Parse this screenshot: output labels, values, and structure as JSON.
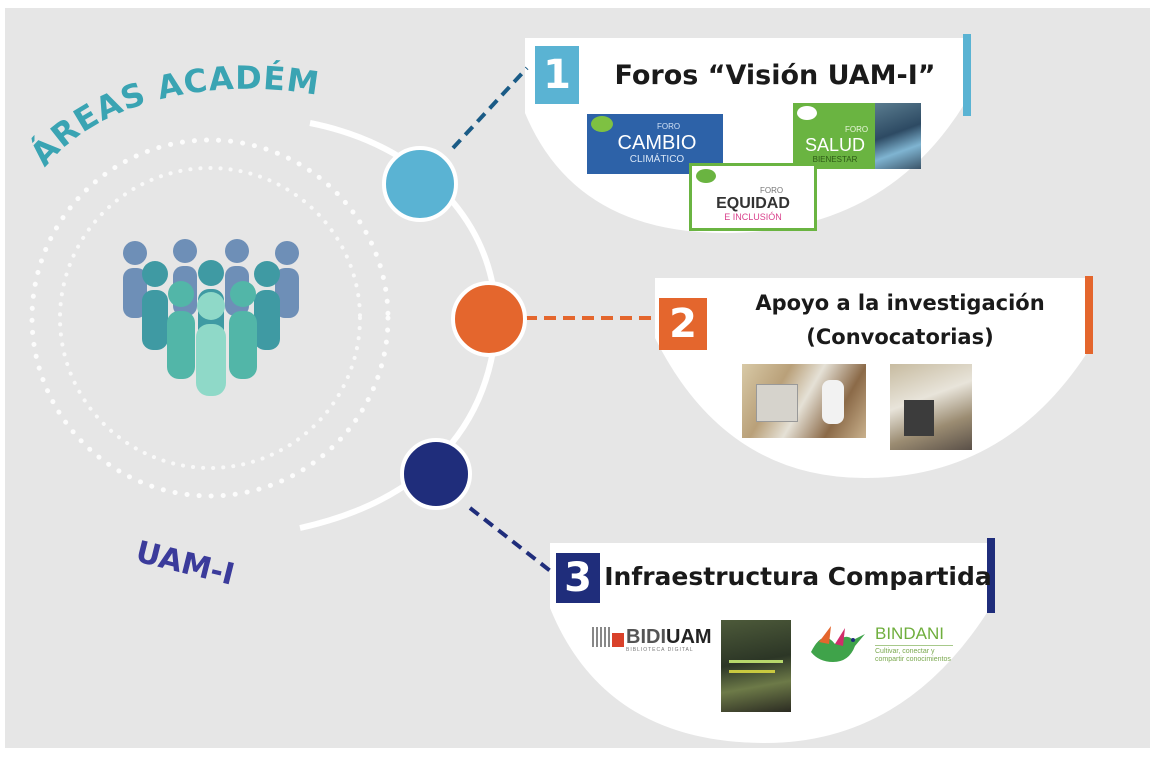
{
  "diagram": {
    "title_arc": "ÁREAS ACADÉMICAS",
    "bottom_label": "UAM-I",
    "colors": {
      "teal": "#3aa4b3",
      "node1": "#5ab3d3",
      "node2": "#e4662d",
      "node3": "#1f2d7b",
      "label_purple": "#3b3b9b"
    },
    "items": [
      {
        "number": "1",
        "title": "Foros “Visión UAM-I”",
        "logos": [
          {
            "header": "FORO",
            "name": "CAMBIO",
            "sub": "CLIMÁTICO"
          },
          {
            "header": "FORO",
            "name": "SALUD",
            "sub": "BIENESTAR"
          },
          {
            "header": "FORO",
            "name": "EQUIDAD",
            "sub": "E INCLUSIÓN"
          }
        ]
      },
      {
        "number": "2",
        "title_line1": "Apoyo a la investigación",
        "title_line2": "(Convocatorias)"
      },
      {
        "number": "3",
        "title": "Infraestructura Compartida",
        "logos": [
          {
            "name_a": "BIDI",
            "name_b": "UAM",
            "sub": "BIBLIOTECA DIGITAL"
          },
          {
            "name": "BINDANI",
            "sub": "Cultivar, conectar y compartir conocimientos"
          }
        ]
      }
    ]
  }
}
